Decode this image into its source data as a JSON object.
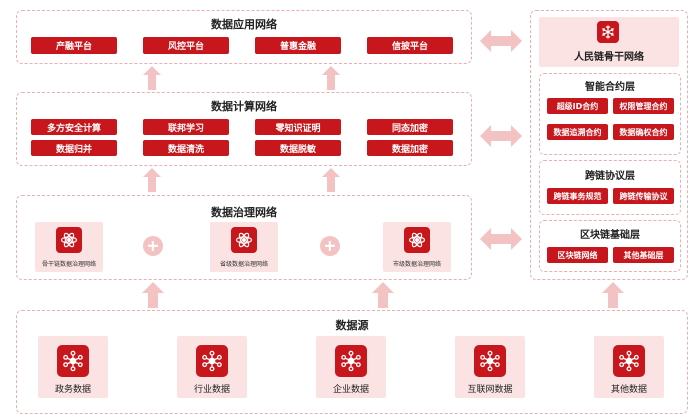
{
  "application": {
    "title": "数据应用网络",
    "items": [
      "产融平台",
      "风控平台",
      "普惠金融",
      "信披平台"
    ]
  },
  "compute": {
    "title": "数据计算网络",
    "items": [
      "多方安全计算",
      "联邦学习",
      "零知识证明",
      "同态加密",
      "数据归并",
      "数据清洗",
      "数据脱敏",
      "数据加密"
    ]
  },
  "governance": {
    "title": "数据治理网络",
    "items": [
      "骨干链数据治理网络",
      "省级数据治理网络",
      "市级数据治理网络"
    ]
  },
  "sources": {
    "title": "数据源",
    "items": [
      "政务数据",
      "行业数据",
      "企业数据",
      "互联网数据",
      "其他数据"
    ]
  },
  "backbone": {
    "title": "人民链骨干网络",
    "smart_contract": {
      "title": "智能合约层",
      "items": [
        "超级ID合约",
        "权限管理合约",
        "数据追溯合约",
        "数据确权合约"
      ]
    },
    "cross_chain": {
      "title": "跨链协议层",
      "items": [
        "跨链事务规范",
        "跨链传输协议"
      ]
    },
    "chain_base": {
      "title": "区块链基础层",
      "items": [
        "区块链网络",
        "其他基础层"
      ]
    }
  },
  "colors": {
    "primary": "#c8161d",
    "light": "#fbe3e3",
    "dashed": "#eab0b0",
    "arrow": "#f3c3c3"
  },
  "icons": {
    "governance": "atom-icon",
    "source": "network-nodes-icon",
    "backbone": "snowflake-icon"
  }
}
